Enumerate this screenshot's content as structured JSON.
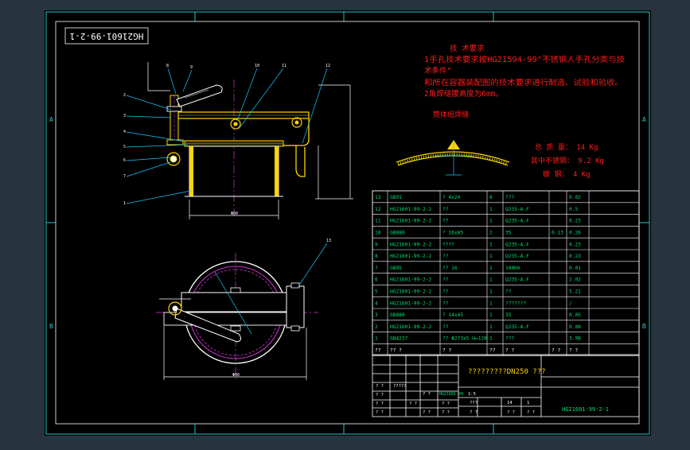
{
  "colors": {
    "app_bg": "#27333f",
    "canvas": "#000000",
    "frame": "#22c9c4",
    "inner_frame": "#ffffff",
    "part_yellow": "#ffd400",
    "hatch": "#c8c800",
    "leader": "#19c6ff",
    "magenta": "#d236d2",
    "red_text": "#ff1c1c",
    "table_text": "#00e070",
    "dim": "#ffffff"
  },
  "zone_letters": {
    "left_a": "A",
    "left_b": "B",
    "right_a": "A",
    "right_b": "B"
  },
  "drawing_number_top": "HG21601-99-2-1",
  "tech_req": {
    "title": "技 术要求",
    "line1": "1手孔技术要求按HG21594-99\"不锈钢人手孔分类与技",
    "line2": "术条件\"",
    "line3": "和所在容器装配图的技术要求进行制造、试验和验收。",
    "line4": "2角焊缝腰高度为6mm。"
  },
  "weld_note": "筒体组焊缝",
  "weights": {
    "total": "总 质 量： 14 Kg",
    "stainless": "其中不锈钢： 9.2 Kg",
    "carbon": "碳 钢： 4 Kg"
  },
  "bom": {
    "rows": [
      {
        "no": "13",
        "code": "GB91",
        "name": "?  4x24",
        "qty": "6",
        "mat": "???",
        "unit": "",
        "total": "0.02"
      },
      {
        "no": "12",
        "code": "HG21601-99-2-2",
        "name": "??",
        "qty": "1",
        "mat": "Q235-A.F",
        "unit": "",
        "total": "0.5"
      },
      {
        "no": "11",
        "code": "HG21601-99-2-2",
        "name": "??",
        "qty": "1",
        "mat": "Q235-A.F",
        "unit": "",
        "total": "0.23"
      },
      {
        "no": "10",
        "code": "GB880",
        "name": "?  16x85",
        "qty": "2",
        "mat": "35",
        "unit": "0.13",
        "total": "0.26"
      },
      {
        "no": "9",
        "code": "HG21601-99-2-2",
        "name": "????",
        "qty": "1",
        "mat": "Q235-A.F",
        "unit": "",
        "total": "0.23"
      },
      {
        "no": "8",
        "code": "HG21601-99-2-2",
        "name": "??",
        "qty": "1",
        "mat": "Q235-A.F",
        "unit": "",
        "total": "0.23"
      },
      {
        "no": "7",
        "code": "GB95",
        "name": "?? 16",
        "qty": "1",
        "mat": "100HV",
        "unit": "",
        "total": "0.01"
      },
      {
        "no": "6",
        "code": "HG21601-99-2-2",
        "name": "??",
        "qty": "1",
        "mat": "Q235-A.F",
        "unit": "",
        "total": "2.02"
      },
      {
        "no": "5",
        "code": "HG21601-99-2-2",
        "name": "??",
        "qty": "1",
        "mat": "??",
        "unit": "",
        "total": "5.21"
      },
      {
        "no": "4",
        "code": "HG21601-99-2-2",
        "name": "??",
        "qty": "1",
        "mat": "???????",
        "unit": "",
        "total": "/"
      },
      {
        "no": "3",
        "code": "GB880",
        "name": "?  14x45",
        "qty": "1",
        "mat": "35",
        "unit": "",
        "total": "0.05"
      },
      {
        "no": "2",
        "code": "HG21601-99-2-2",
        "name": "??",
        "qty": "1",
        "mat": "Q235-A.F",
        "unit": "",
        "total": "0.08"
      },
      {
        "no": "1",
        "code": "GB4237",
        "name": "?? Φ273x5 H=120",
        "qty": "1",
        "mat": "???",
        "unit": "",
        "total": "3.98"
      }
    ],
    "header": {
      "no": "??",
      "code": "?? ?",
      "name": "?  ?",
      "qty": "??",
      "mat": "?  ?",
      "unit": "? ?",
      "total": "? ?"
    }
  },
  "title_block": {
    "part_name": "?????????DN250 ???",
    "drawing_no": "HG21601-99-2-1",
    "material_cell": "HG21601-99",
    "scale": "1:5",
    "sheet_count": "14",
    "sheet_no": "1",
    "sign_cells": [
      "? ?",
      "? ?",
      "?????",
      "?  ?",
      "???",
      "? ?",
      "? ?",
      "? ?",
      "? ?",
      "? ?",
      "? ?",
      "? ?",
      "? ?",
      "? ?"
    ]
  },
  "balloons": [
    "1",
    "2",
    "3",
    "4",
    "5",
    "6",
    "7",
    "8",
    "9",
    "10",
    "11",
    "12",
    "13"
  ],
  "dims": {
    "top_width": "Φ00",
    "plan_width": "Φ00"
  }
}
